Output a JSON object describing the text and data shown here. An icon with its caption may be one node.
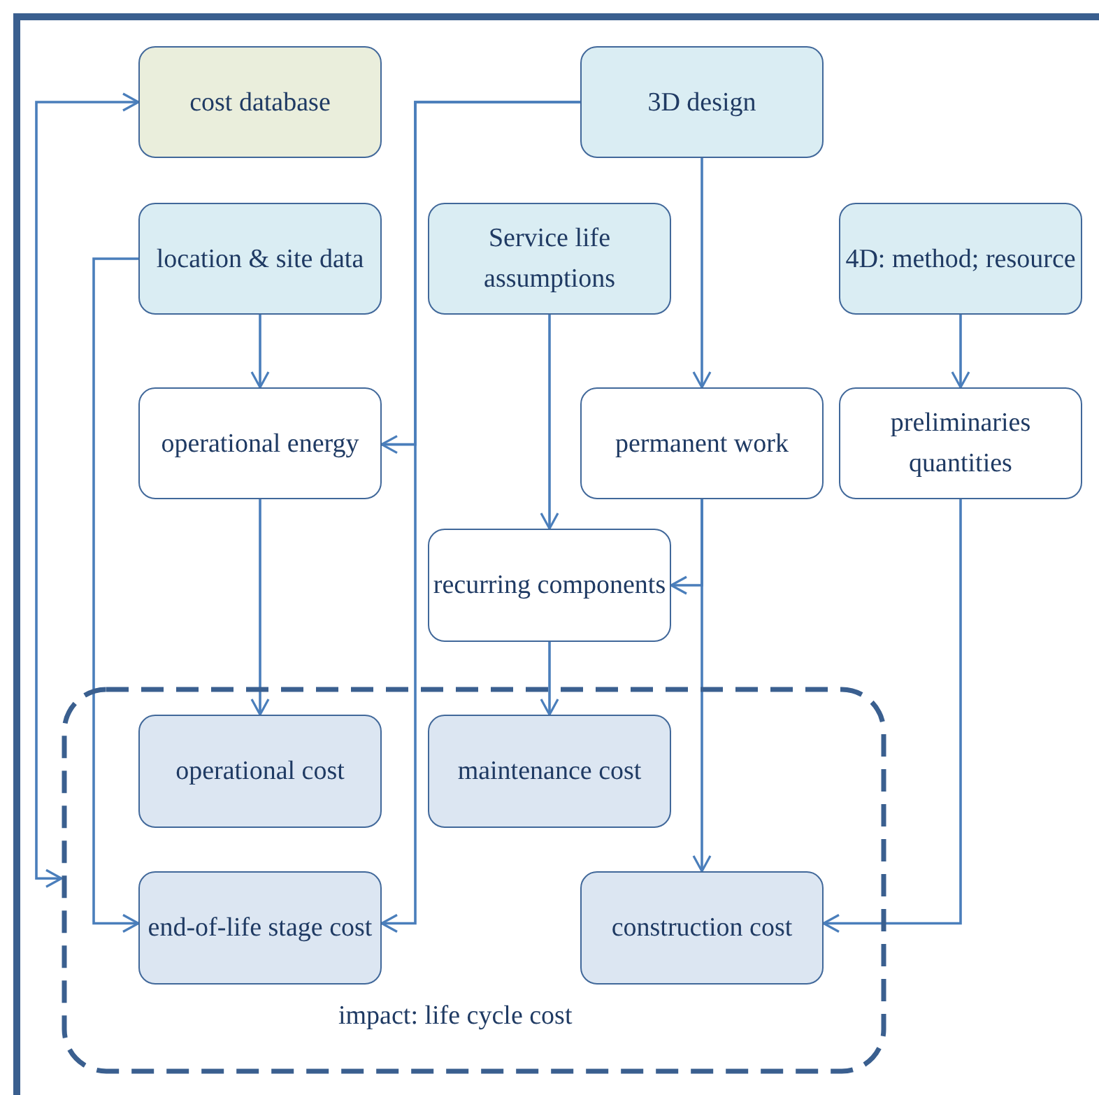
{
  "diagram": {
    "nodes": [
      {
        "text": [
          "cost database"
        ]
      },
      {
        "text": [
          "3D design"
        ]
      },
      {
        "text": [
          "location & site data"
        ]
      },
      {
        "text": [
          "Service life assumptions"
        ]
      },
      {
        "text": [
          "4D: method; resource"
        ]
      },
      {
        "text": [
          "operational energy"
        ]
      },
      {
        "text": [
          "permanent work"
        ]
      },
      {
        "text": [
          "preliminaries quantities"
        ]
      },
      {
        "text": [
          "recurring components"
        ]
      },
      {
        "text": [
          "impact: life cycle cost"
        ]
      },
      {
        "text": [
          "operational cost"
        ],
        "in": 9
      },
      {
        "text": [
          "maintenance cost"
        ],
        "in": 9
      },
      {
        "text": [
          "end-of-life stage cost"
        ],
        "in": 9
      },
      {
        "text": [
          "construction cost"
        ],
        "in": 9
      }
    ],
    "edges": [
      {
        "from": 9,
        "to": 0,
        "arrow": "both"
      },
      {
        "from": 1,
        "to": 5,
        "arrow": "to"
      },
      {
        "from": 1,
        "to": 12,
        "arrow": "to"
      },
      {
        "from": 1,
        "to": 6,
        "arrow": "to"
      },
      {
        "from": 2,
        "to": 5,
        "arrow": "to"
      },
      {
        "from": 2,
        "to": 12,
        "arrow": "to"
      },
      {
        "from": 3,
        "to": 8,
        "arrow": "to"
      },
      {
        "from": 4,
        "to": 7,
        "arrow": "to"
      },
      {
        "from": 5,
        "to": 10,
        "arrow": "to"
      },
      {
        "from": 6,
        "to": 8,
        "arrow": "to"
      },
      {
        "from": 6,
        "to": 13,
        "arrow": "to"
      },
      {
        "from": 7,
        "to": 13,
        "arrow": "to"
      },
      {
        "from": 8,
        "to": 11,
        "arrow": "to"
      }
    ]
  }
}
